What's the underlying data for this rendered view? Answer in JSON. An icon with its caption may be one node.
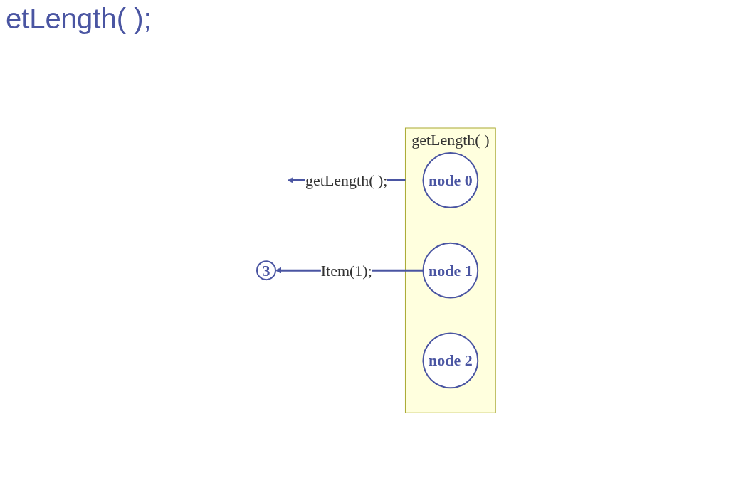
{
  "diagram": {
    "nodes": [
      {
        "text": [
          "getLength( )"
        ]
      },
      {
        "text": [
          "node 0"
        ],
        "in": 0
      },
      {
        "text": [
          "node 1"
        ],
        "in": 0
      },
      {
        "text": [
          "node 2"
        ],
        "in": 0
      },
      {
        "text": [
          "3"
        ]
      }
    ],
    "edges": [
      {
        "from": 0,
        "to": null,
        "arrow": "to",
        "label": "getLength( );"
      },
      {
        "from": 2,
        "to": 4,
        "arrow": "to",
        "label": "Item(1);"
      }
    ],
    "labels": [
      "etLength( );"
    ]
  }
}
